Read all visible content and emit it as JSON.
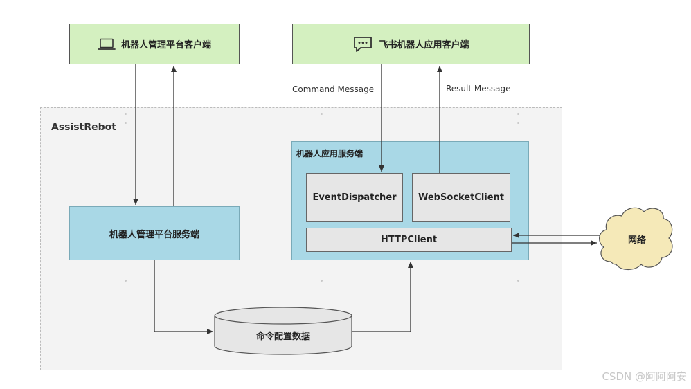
{
  "group": {
    "label": "AssistRebot"
  },
  "nodes": {
    "admin_client": {
      "label": "机器人管理平台客户端",
      "icon": "laptop-icon"
    },
    "feishu_client": {
      "label": "飞书机器人应用客户端",
      "icon": "chat-bubble-icon"
    },
    "admin_server": {
      "label": "机器人管理平台服务端"
    },
    "app_server": {
      "label": "机器人应用服务端"
    },
    "event_dispatcher": {
      "label": "EventDispatcher"
    },
    "websocket_client": {
      "label": "WebSocketClient"
    },
    "http_client": {
      "label": "HTTPClient"
    },
    "database": {
      "label": "命令配置数据"
    },
    "network": {
      "label": "网络"
    }
  },
  "edges": {
    "command_message": "Command Message",
    "result_message": "Result Message"
  },
  "colors": {
    "client_fill": "#d4f0c0",
    "server_fill": "#a9d8e6",
    "component_fill": "#e6e6e6",
    "cloud_fill": "#f5e9b8",
    "group_fill": "#f3f3f3"
  },
  "watermark": "CSDN @阿阿阿安"
}
